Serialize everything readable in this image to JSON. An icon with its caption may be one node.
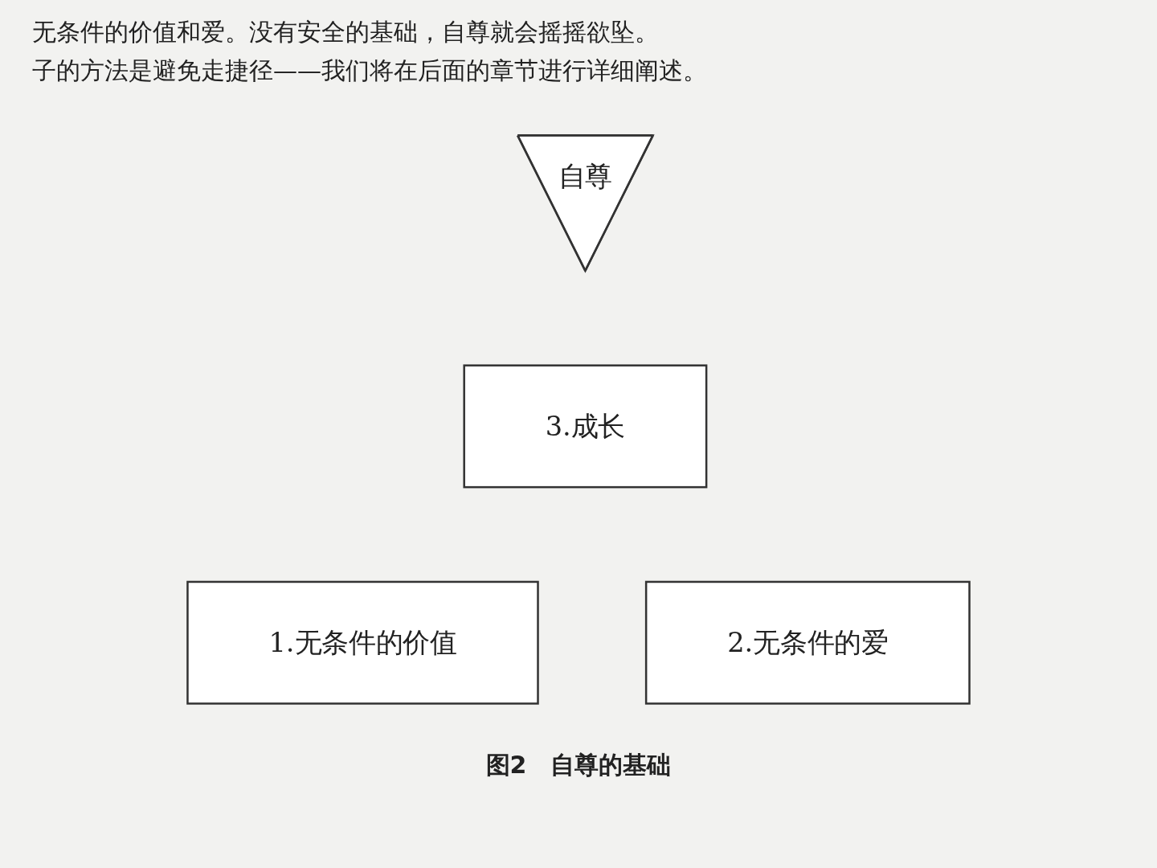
{
  "diagram": {
    "caption": "图2　自尊的基础",
    "nodes": [
      {
        "text": [
          "自尊"
        ]
      },
      {
        "text": [
          "3.成长"
        ]
      },
      {
        "text": [
          "1.无条件的价值"
        ]
      },
      {
        "text": [
          "2.无条件的爱"
        ]
      }
    ],
    "edges": [],
    "labels": [
      "无条件的价值和爱。没有安全的基础，自尊就会摇摇欲坠。",
      "子的方法是避免走捷径——我们将在后面的章节进行详细阐述。"
    ]
  }
}
